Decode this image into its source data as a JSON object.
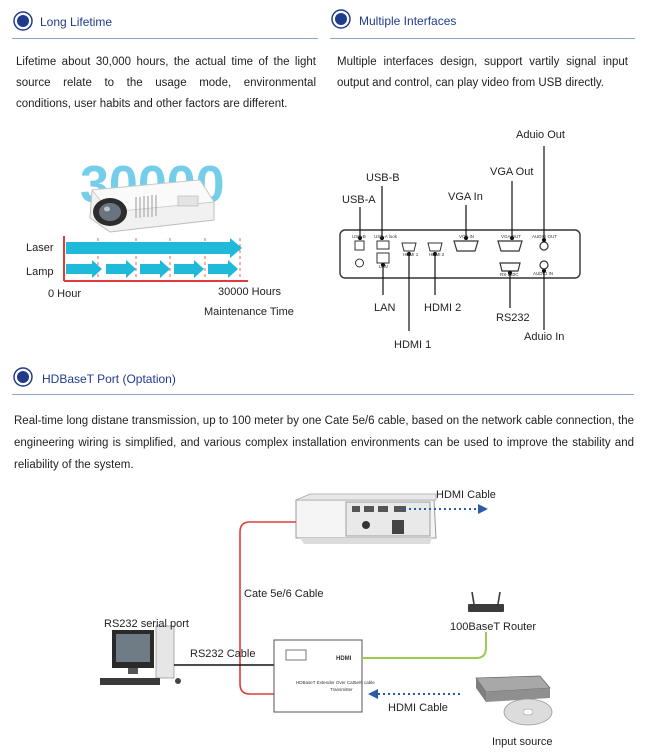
{
  "sections": {
    "lifetime": {
      "title": "Long Lifetime",
      "body": "Lifetime about 30,000 hours, the actual time of the light source relate to the usage mode, environmental conditions, user habits and other factors are different."
    },
    "interfaces": {
      "title": "Multiple Interfaces",
      "body": "Multiple interfaces design, support vartily signal input output and control, can play video from USB directly."
    },
    "hdbaset": {
      "title": "HDBaseT Port (Optation)",
      "body": "Real-time long distane transmission, up to 100 meter by one Cate 5e/6 cable, based on the network cable connection, the engineering wiring is simplified, and various complex installation environments can be used to improve the stability and reliability of the system."
    }
  },
  "lifetime_figure": {
    "big_number": "30000",
    "laser_label": "Laser",
    "lamp_label": "Lamp",
    "start_label": "0 Hour",
    "end_label": "30000 Hours",
    "maintenance_label": "Maintenance Time"
  },
  "ports_figure": {
    "callouts": {
      "usb_a": "USB-A",
      "usb_b": "USB-B",
      "vga_in": "VGA In",
      "vga_out": "VGA Out",
      "audio_out": "Aduio Out",
      "lan": "LAN",
      "hdmi1": "HDMI 1",
      "hdmi2": "HDMI 2",
      "rs232": "RS232",
      "audio_in": "Aduio In"
    },
    "panel_marks": {
      "usb_b": "USB-B",
      "usb_a": "USB-A look",
      "lan": "LAN",
      "hdmi1": "HDMI 1",
      "hdmi2": "HDMI 2",
      "vga_in": "VGA IN",
      "vga_out": "VGA OUT",
      "rs232c": "RS-232C",
      "audio_out": "AUDIO OUT",
      "audio_in": "AUDIO IN"
    }
  },
  "hdbaset_figure": {
    "hdmi_cable_top": "HDMI Cable",
    "cat_cable": "Cate 5e/6 Cable",
    "rs232_port": "RS232 serial port",
    "rs232_cable": "RS232 Cable",
    "router": "100BaseT Router",
    "hdmi_cable_bottom": "HDMI Cable",
    "input_source": "Input source",
    "transmitter_logo": "HDMI",
    "transmitter_line1": "HDBaseT Extender Over Cat5e/6 cable",
    "transmitter_line2": "Transmitter"
  },
  "colors": {
    "accent": "#1f3c8c",
    "cyan": "#1fb9d9",
    "red": "#e23a3a",
    "green": "#9ccb4f",
    "dark_blue": "#2a5aa8"
  }
}
